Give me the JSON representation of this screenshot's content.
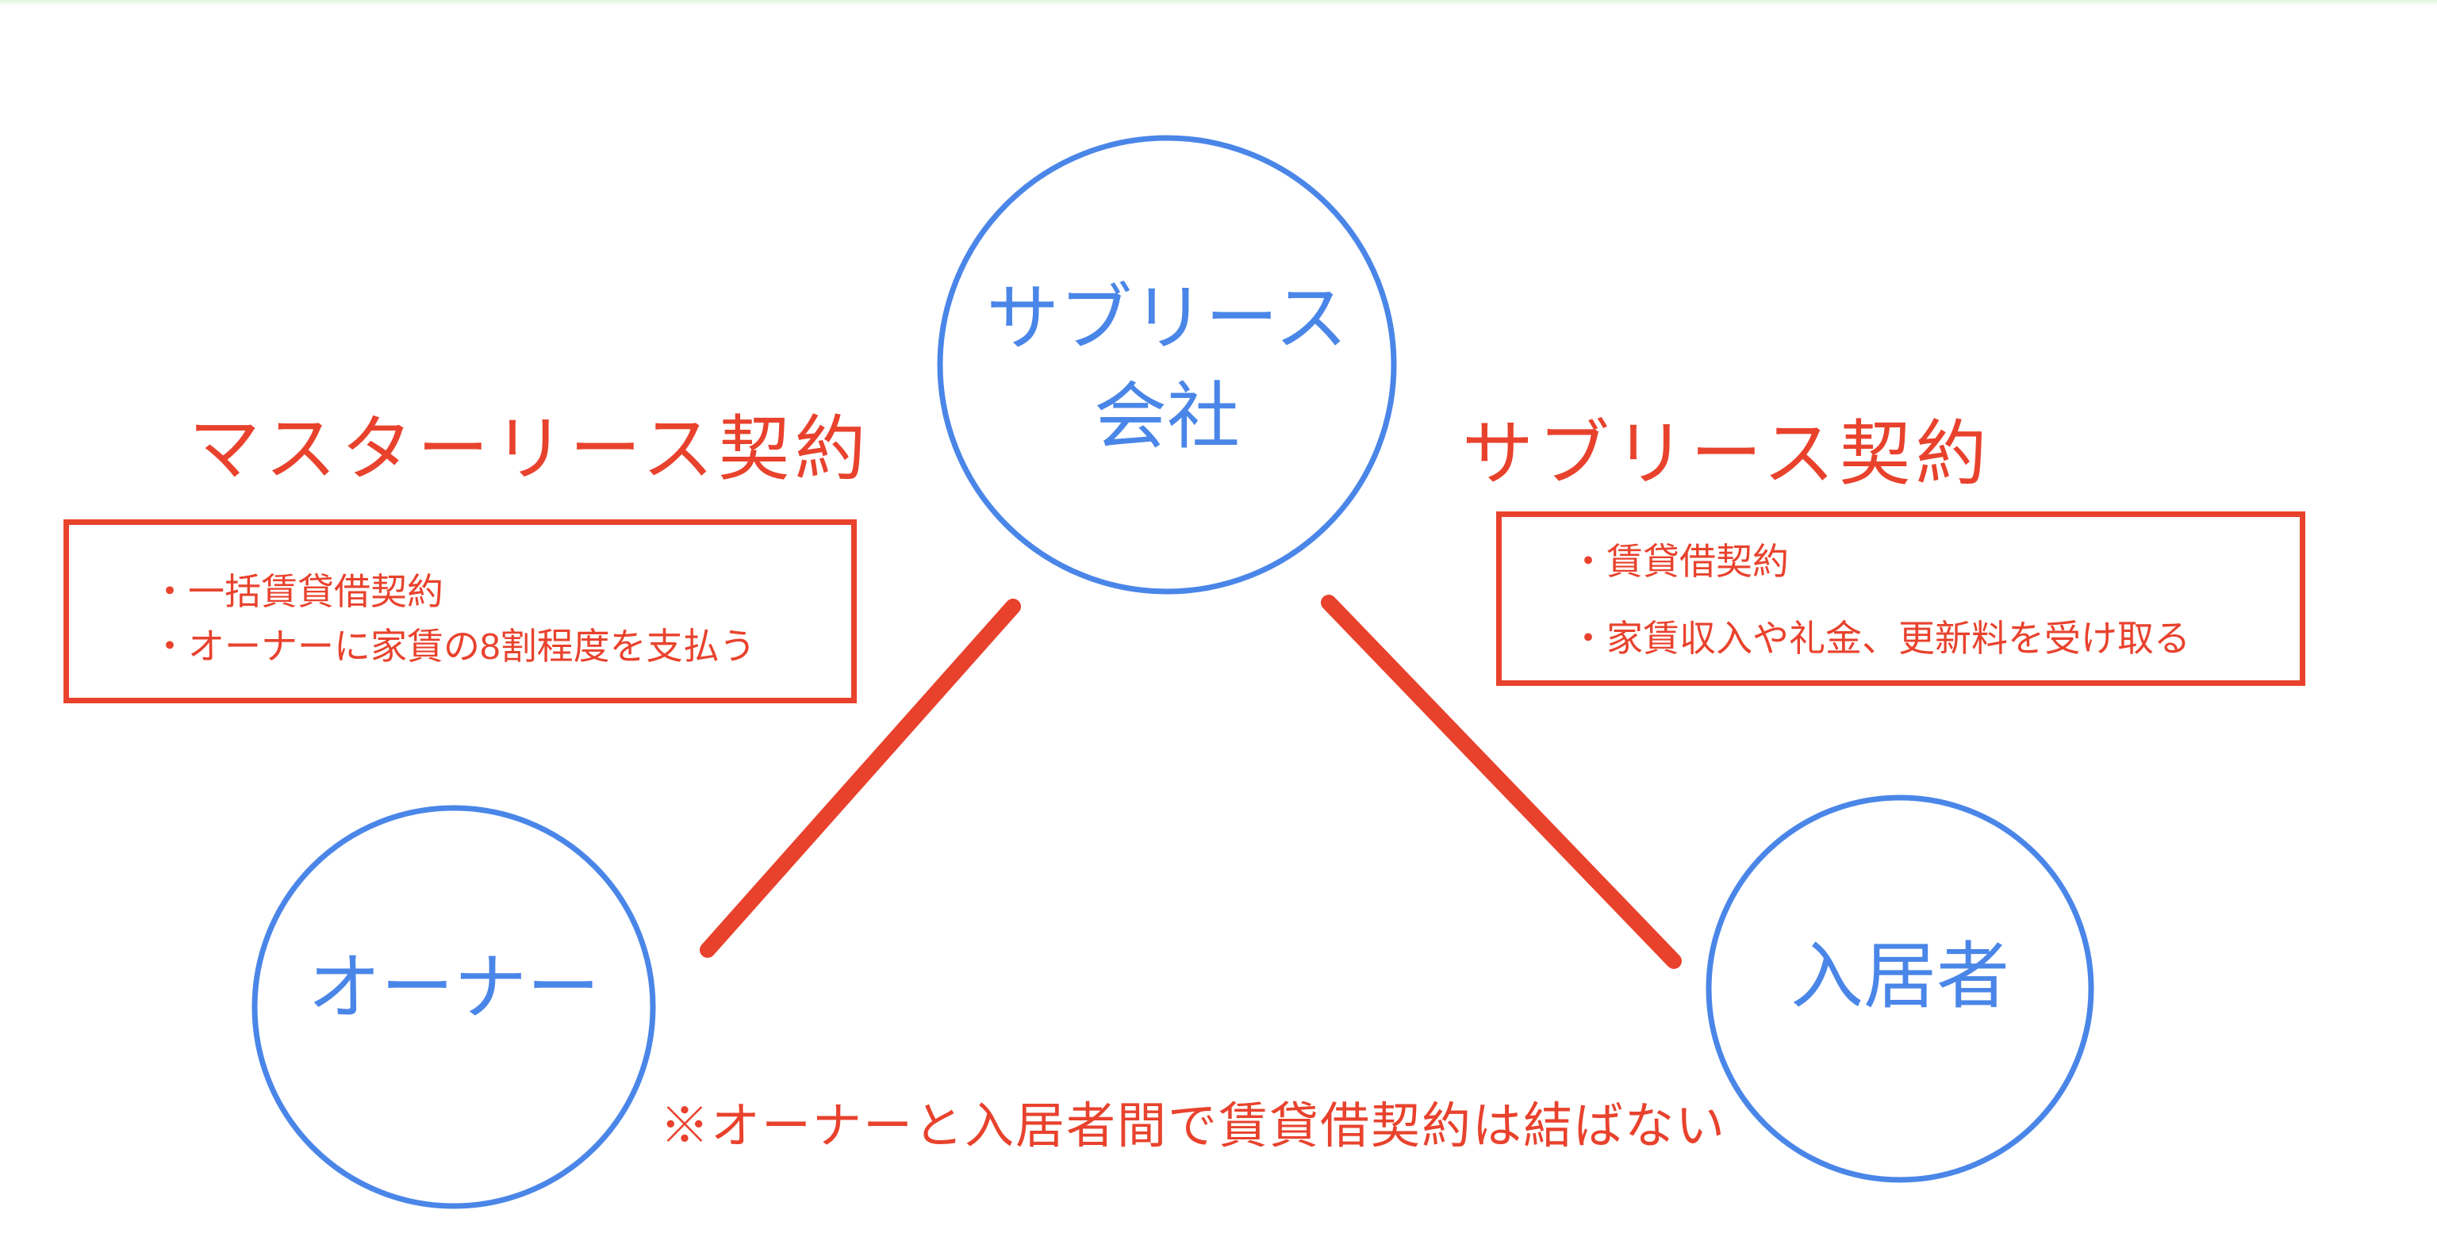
{
  "colors": {
    "blue": "#4a86e8",
    "red": "#e8422d",
    "green": "#dcf6dd"
  },
  "nodes": {
    "company": {
      "line1": "サブリース",
      "line2": "会社"
    },
    "owner": {
      "label": "オーナー"
    },
    "tenant": {
      "label": "入居者"
    }
  },
  "master_lease": {
    "title": "マスターリース契約",
    "bullets": [
      "・一括賃貸借契約",
      "・オーナーに家賃の8割程度を支払う"
    ]
  },
  "sublease": {
    "title": "サブリース契約",
    "bullets": [
      "・賃貸借契約",
      "・家賃収入や礼金、更新料を受け取る"
    ]
  },
  "note": "※オーナーと入居者間で賃貸借契約は結ばない"
}
